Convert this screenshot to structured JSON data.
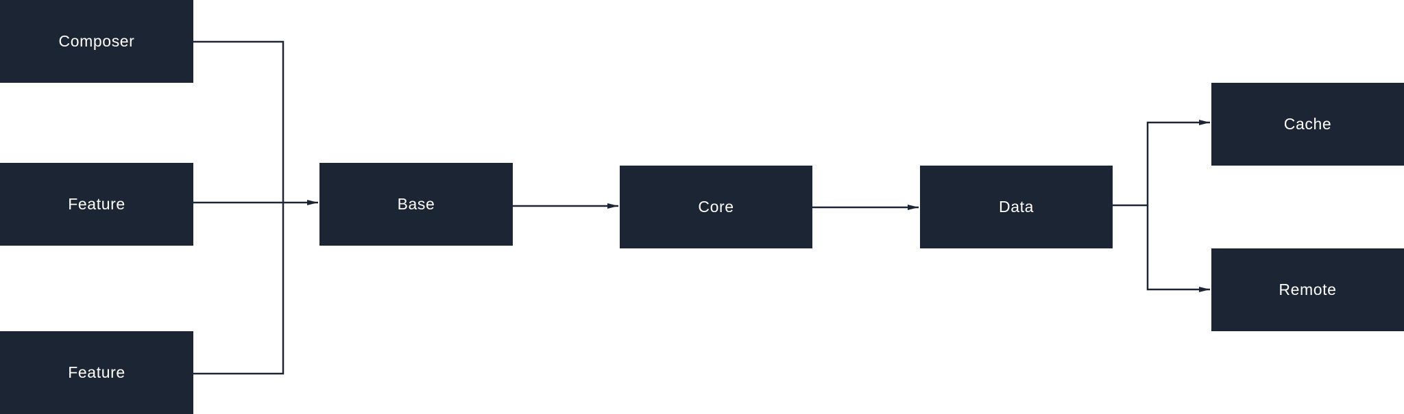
{
  "colors": {
    "node_fill": "#1c2533",
    "node_text": "#ffffff",
    "edge": "#1c2533",
    "background": "#ffffff"
  },
  "nodes": {
    "composer": {
      "label": "Composer"
    },
    "feature_top": {
      "label": "Feature"
    },
    "feature_bottom": {
      "label": "Feature"
    },
    "base": {
      "label": "Base"
    },
    "core": {
      "label": "Core"
    },
    "data": {
      "label": "Data"
    },
    "cache": {
      "label": "Cache"
    },
    "remote": {
      "label": "Remote"
    }
  },
  "edges": [
    {
      "from": "Composer",
      "to": "Base"
    },
    {
      "from": "Feature",
      "to": "Base"
    },
    {
      "from": "Feature",
      "to": "Base"
    },
    {
      "from": "Base",
      "to": "Core"
    },
    {
      "from": "Core",
      "to": "Data"
    },
    {
      "from": "Data",
      "to": "Cache"
    },
    {
      "from": "Data",
      "to": "Remote"
    }
  ]
}
